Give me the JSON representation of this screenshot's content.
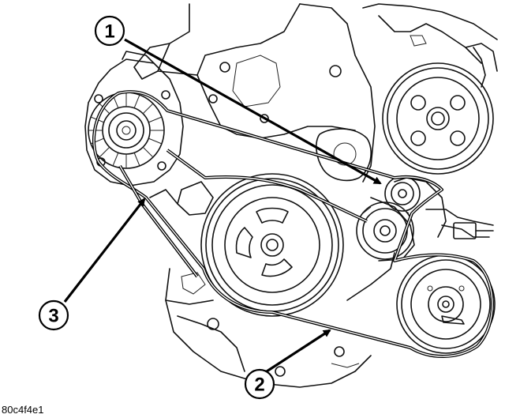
{
  "callouts": [
    {
      "number": "1"
    },
    {
      "number": "2"
    },
    {
      "number": "3"
    }
  ],
  "figure_code": "80c4f4e1",
  "colors": {
    "ink": "#000000",
    "paper": "#ffffff"
  }
}
